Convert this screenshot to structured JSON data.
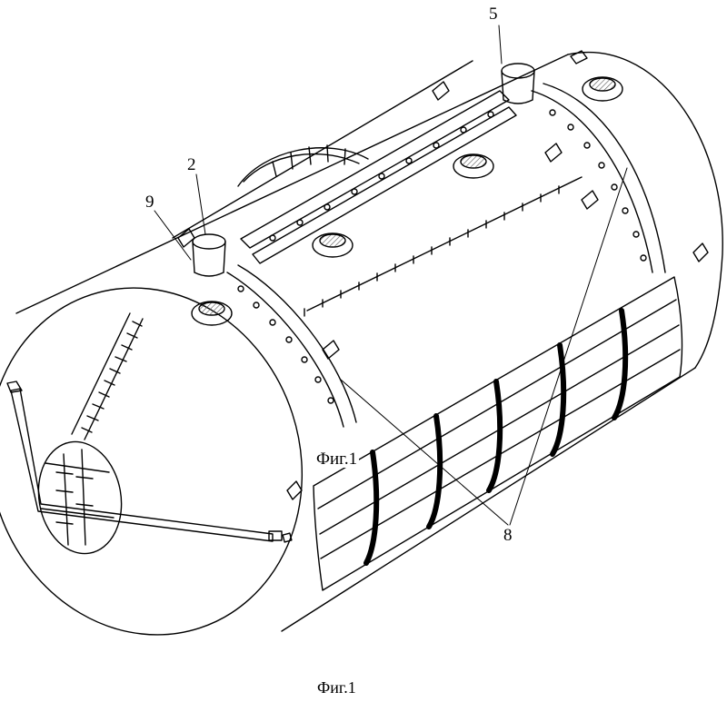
{
  "figure": {
    "caption_inner": "Фиг.1",
    "caption_bottom": "Фиг.1",
    "reference_numerals": {
      "ref_5": "5",
      "ref_2": "2",
      "ref_9": "9",
      "ref_8": "8"
    }
  },
  "colors": {
    "line": "#000000",
    "background": "#ffffff",
    "hatch": "#bdbdbd"
  }
}
